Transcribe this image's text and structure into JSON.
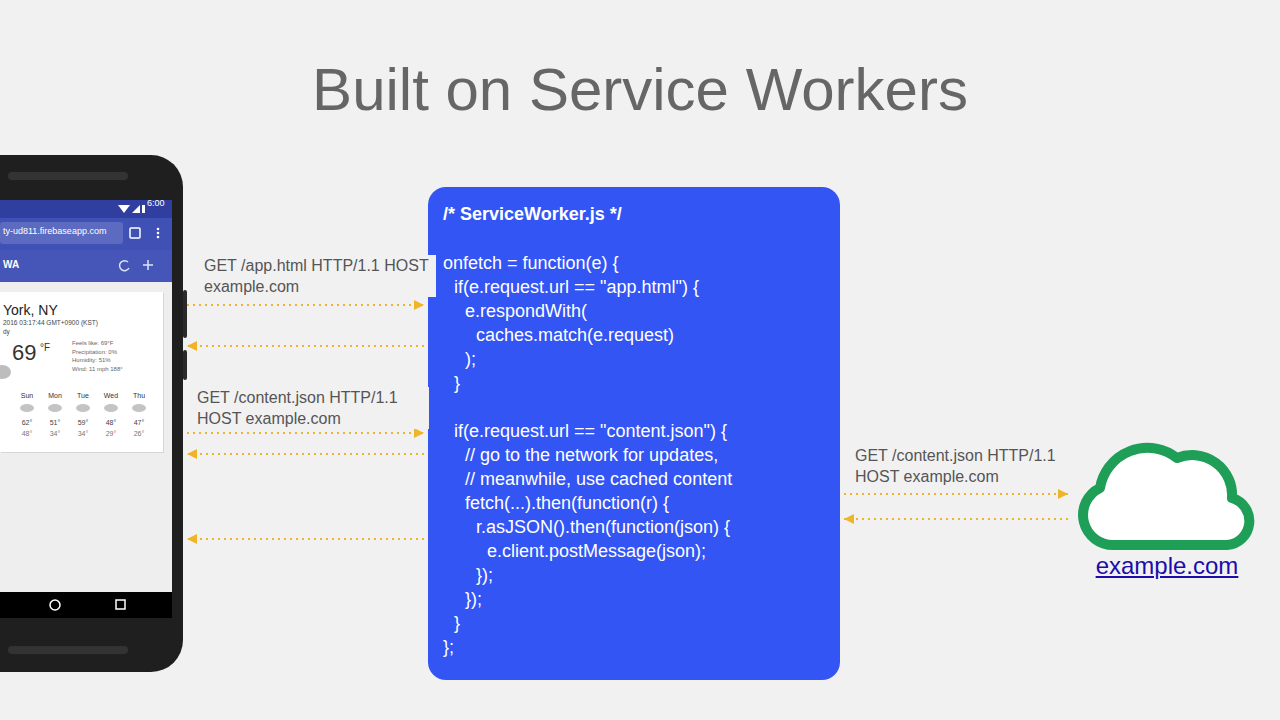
{
  "diagram": {
    "title": "Built on Service Workers",
    "nodes": [
      {
        "text": [
          "6:00",
          "ty-ud811.firebaseapp.com",
          "WA",
          "York, NY",
          "2016 03:17:44 GMT+0900 (KST)",
          "dy",
          "69",
          "°F",
          "Feels like: 69°F",
          "Precipitation: 0%",
          "Humidity: 51%",
          "Wind: 11 mph 188°",
          "Sun",
          "Mon",
          "Tue",
          "Wed",
          "Thu",
          "62°",
          "48°",
          "51°",
          "34°",
          "59°",
          "34°",
          "48°",
          "29°",
          "47°",
          "26°"
        ]
      },
      {
        "text": [
          "/* ServiceWorker.js */",
          "onfetch = function(e) {",
          "if(e.request.url == \"app.html\") {",
          "e.respondWith(",
          "caches.match(e.request)",
          ");",
          "}",
          "if(e.request.url == \"content.json\") {",
          "// go to the network for updates,",
          "// meanwhile, use cached content",
          "fetch(...).then(function(r) {",
          "r.asJSON().then(function(json) {",
          "e.client.postMessage(json);",
          "});",
          "});",
          "}",
          "};"
        ]
      },
      {
        "text": [
          "example.com"
        ]
      }
    ],
    "edges": [
      {
        "from": 0,
        "to": 1,
        "arrow": "to",
        "label": "GET /app.html HTTP/1.1 HOST example.com"
      },
      {
        "from": 1,
        "to": 0,
        "arrow": "to"
      },
      {
        "from": 0,
        "to": 1,
        "arrow": "to",
        "label": "GET /content.json HTTP/1.1 HOST example.com"
      },
      {
        "from": 1,
        "to": 0,
        "arrow": "to"
      },
      {
        "from": 1,
        "to": 2,
        "arrow": "to",
        "label": "GET /content.json HTTP/1.1 HOST example.com"
      },
      {
        "from": 2,
        "to": 1,
        "arrow": "to"
      },
      {
        "from": 1,
        "to": 0,
        "arrow": "to"
      }
    ]
  }
}
